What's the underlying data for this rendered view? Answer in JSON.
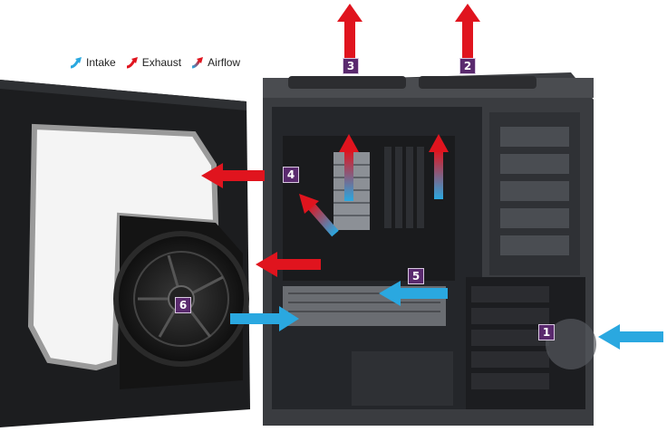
{
  "legend": {
    "intake_label": "Intake",
    "exhaust_label": "Exhaust",
    "airflow_label": "Airflow"
  },
  "colors": {
    "intake": "#2aa8e0",
    "exhaust": "#e0141e",
    "badge": "#5a2a6e"
  },
  "fan_badges": [
    "1",
    "2",
    "3",
    "4",
    "5",
    "6"
  ]
}
